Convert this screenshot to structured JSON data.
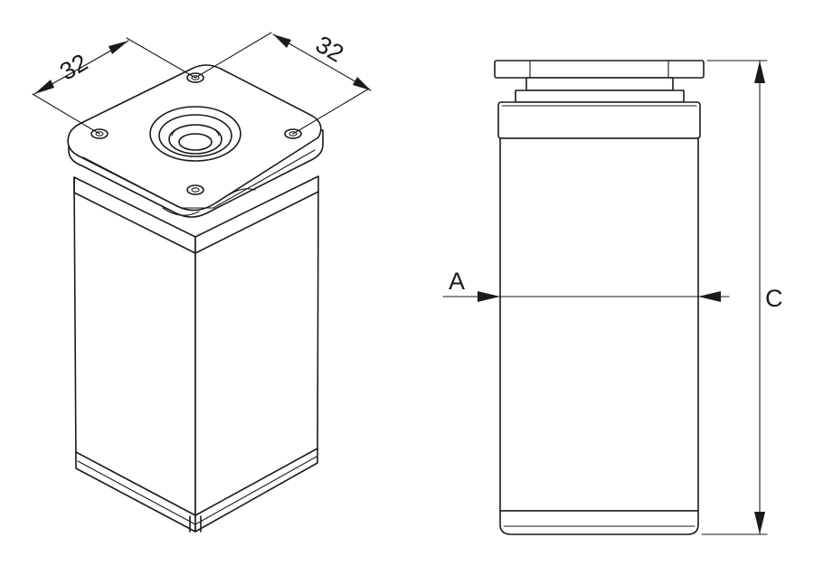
{
  "dimensions": {
    "plate_width_left": "32",
    "plate_width_right": "32",
    "width_label": "A",
    "height_label": "C"
  }
}
